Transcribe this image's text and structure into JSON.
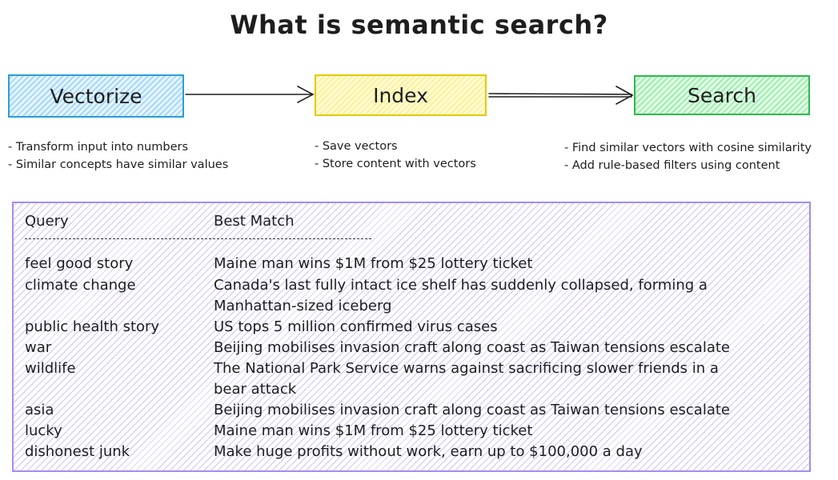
{
  "title": "What is semantic search?",
  "stages": [
    {
      "label": "Vectorize",
      "color": "#a5d8ff",
      "notes": [
        "- Transform input into numbers",
        "- Similar concepts have similar values"
      ]
    },
    {
      "label": "Index",
      "color": "#fff28a",
      "notes": [
        "- Save vectors",
        "- Store content with vectors"
      ]
    },
    {
      "label": "Search",
      "color": "#9af0ad",
      "notes": [
        "- Find similar vectors with cosine similarity",
        "- Add rule-based filters using content"
      ]
    }
  ],
  "table": {
    "header_query": "Query",
    "header_match": "Best Match",
    "panel_color": "#a58cf0",
    "rows": [
      {
        "query": "feel good story",
        "match": [
          "Maine man wins $1M from $25 lottery ticket"
        ]
      },
      {
        "query": "climate change",
        "match": [
          "Canada's last fully intact ice shelf has suddenly collapsed, forming a",
          "Manhattan-sized iceberg"
        ]
      },
      {
        "query": "public health story",
        "match": [
          "US tops 5 million confirmed virus cases"
        ]
      },
      {
        "query": "war",
        "match": [
          "Beijing mobilises invasion craft along coast as Taiwan tensions escalate"
        ]
      },
      {
        "query": "wildlife",
        "match": [
          "The National Park Service warns against sacrificing slower friends in a",
          " bear attack"
        ]
      },
      {
        "query": "asia",
        "match": [
          "Beijing mobilises invasion craft along coast as Taiwan tensions escalate"
        ]
      },
      {
        "query": "lucky",
        "match": [
          " Maine man wins $1M from $25 lottery ticket"
        ]
      },
      {
        "query": "dishonest junk",
        "match": [
          " Make huge profits without work, earn up to $100,000 a day"
        ]
      }
    ]
  }
}
